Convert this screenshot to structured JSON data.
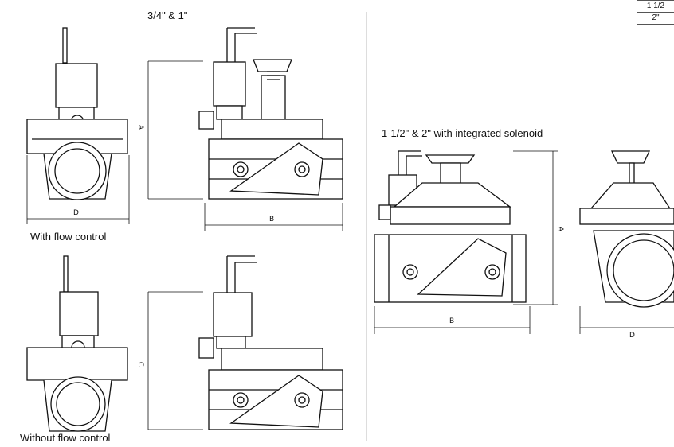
{
  "titles": {
    "small_valves": "3/4\" & 1\"",
    "large_valves": "1-1/2\" & 2\" with integrated solenoid",
    "with_flow": "With flow control",
    "without_flow": "Without flow control"
  },
  "dims": {
    "a": "A",
    "b": "B",
    "c": "C",
    "d": "D"
  },
  "table": {
    "row1": "1 1/2",
    "row2": "2\""
  }
}
